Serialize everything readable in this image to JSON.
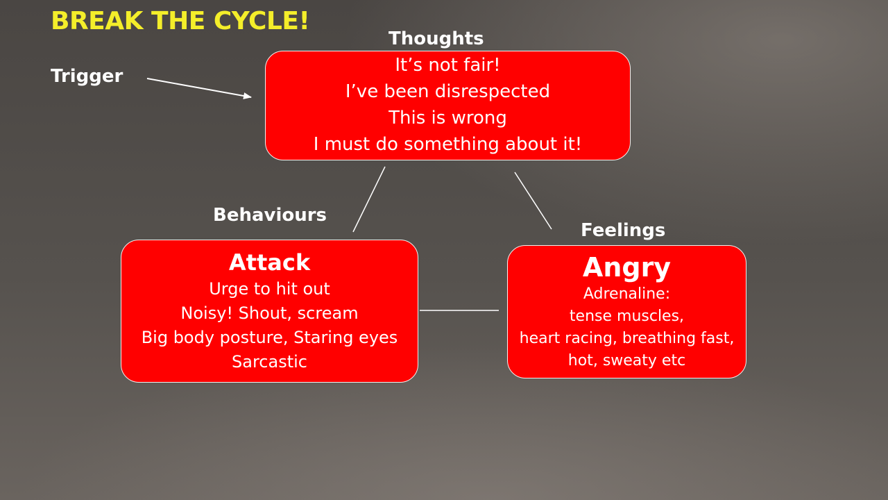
{
  "title": "BREAK THE CYCLE!",
  "trigger": "Trigger",
  "thoughts": {
    "label": "Thoughts",
    "lines": [
      "It’s not fair!",
      "I’ve been disrespected",
      "This is wrong",
      "I must do something about it!"
    ]
  },
  "behaviours": {
    "label": "Behaviours",
    "heading": "Attack",
    "lines": [
      "Urge to hit out",
      "Noisy!  Shout, scream",
      "Big body posture, Staring eyes",
      "Sarcastic"
    ]
  },
  "feelings": {
    "label": "Feelings",
    "heading": "Angry",
    "lines": [
      "Adrenaline:",
      "tense muscles,",
      "heart racing, breathing fast,",
      "hot, sweaty etc"
    ]
  },
  "colors": {
    "title": "#f4ee2a",
    "box_fill": "#ff0000",
    "text": "#ffffff"
  }
}
